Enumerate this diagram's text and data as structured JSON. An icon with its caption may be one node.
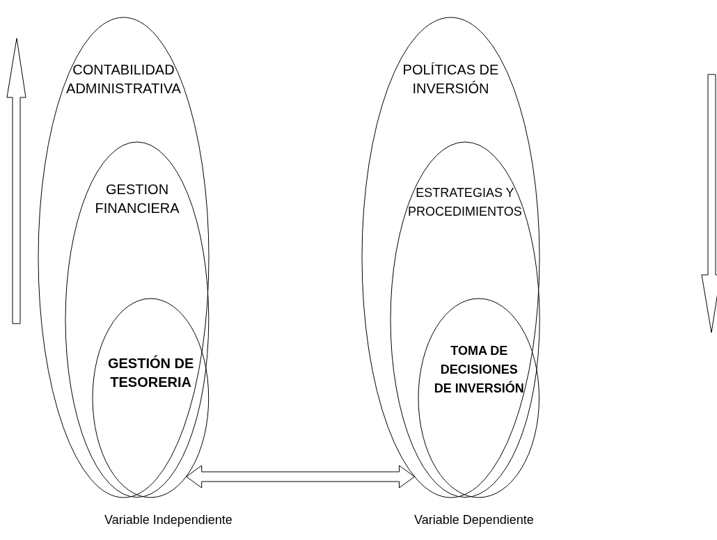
{
  "diagram": {
    "nodes": [
      {
        "text": [
          "CONTABILIDAD ADMINISTRATIVA"
        ]
      },
      {
        "text": [
          "GESTION FINANCIERA"
        ],
        "in": 0
      },
      {
        "text": [
          "GESTIÓN DE TESORERIA"
        ],
        "in": 1
      },
      {
        "text": [
          "POLÍTICAS DE INVERSIÓN"
        ]
      },
      {
        "text": [
          "ESTRATEGIAS Y PROCEDIMIENTOS"
        ],
        "in": 3
      },
      {
        "text": [
          "TOMA DE DECISIONES DE INVERSIÓN"
        ],
        "in": 4
      }
    ],
    "edges": [
      {
        "from": 0,
        "to": 3,
        "arrow": "both"
      }
    ],
    "labels": [
      "Variable Independiente",
      "Variable Dependiente"
    ]
  }
}
